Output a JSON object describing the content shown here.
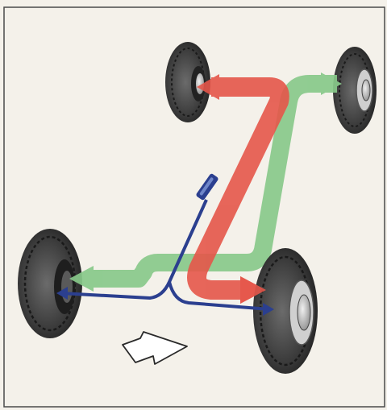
{
  "figure": {
    "description_visible_text": "",
    "elements": [
      {
        "name": "tire-rear-left"
      },
      {
        "name": "tire-rear-right"
      },
      {
        "name": "tire-front-left"
      },
      {
        "name": "tire-front-right"
      },
      {
        "name": "red-force-arrow"
      },
      {
        "name": "green-force-arrow"
      },
      {
        "name": "blue-force-arrow"
      },
      {
        "name": "steering-handle"
      },
      {
        "name": "direction-arrow-outline"
      }
    ],
    "colors": {
      "background": "#f4f1ea",
      "frame": "#4a4a4a",
      "red": "#e5564a",
      "green": "#88c98a",
      "blue": "#2b3f8f",
      "tire_dark": "#2a2a2a",
      "tire_mid": "#5e5e5e",
      "hub": "#d8d8d8"
    }
  }
}
